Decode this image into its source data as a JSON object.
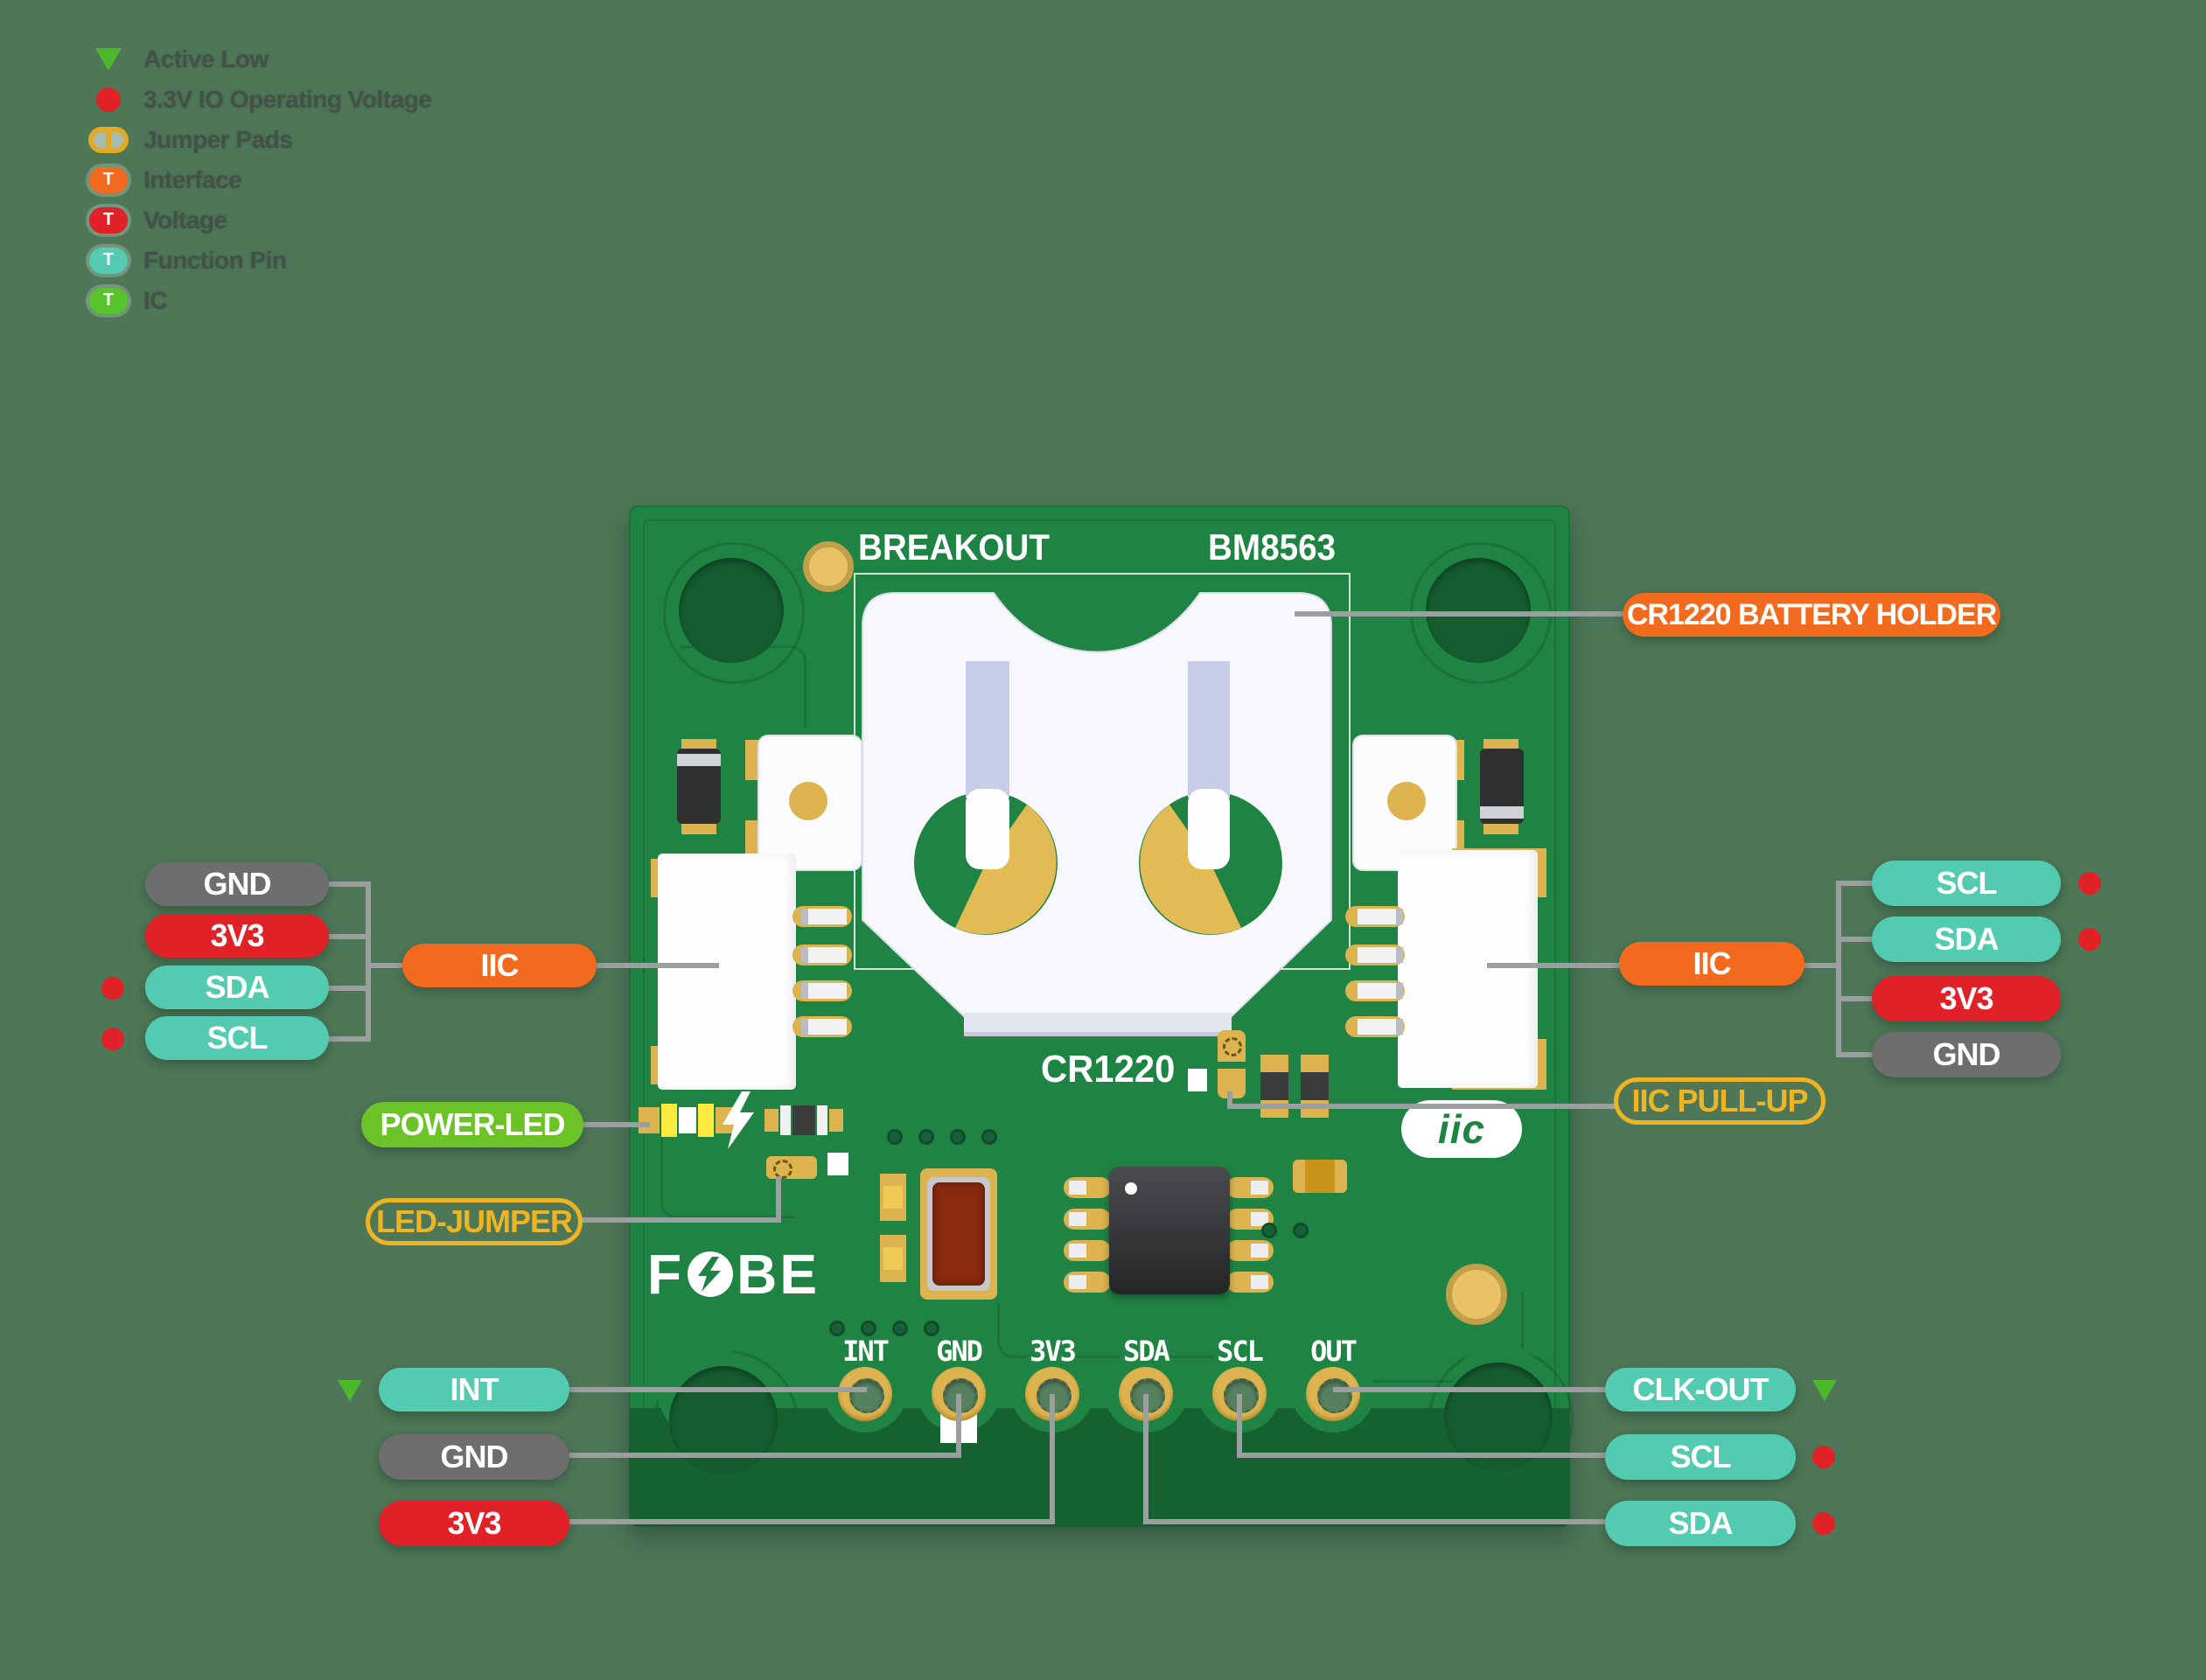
{
  "legend": {
    "t": "T",
    "items": [
      {
        "label": "Active Low",
        "icon": "triangle-down-icon",
        "color": "#4db82a"
      },
      {
        "label": "3.3V IO Operating Voltage",
        "icon": "red-dot-icon",
        "color": "#e02127"
      },
      {
        "label": "Jumper Pads",
        "icon": "jumper-pad-icon",
        "color": "#e2aa25"
      },
      {
        "label": "Interface",
        "icon": "pill-icon",
        "color": "#f26a1e"
      },
      {
        "label": "Voltage",
        "icon": "pill-icon",
        "color": "#e02127"
      },
      {
        "label": "Function Pin",
        "icon": "pill-icon",
        "color": "#52cbb0"
      },
      {
        "label": "IC",
        "icon": "pill-icon",
        "color": "#58c42d"
      }
    ]
  },
  "board": {
    "silk_left": "BREAKOUT",
    "silk_right": "BM8563",
    "battery_size": "CR1220",
    "logo_prefix": "F",
    "logo_suffix": "BE",
    "iic_silk": "iic",
    "pins": [
      "INT",
      "GND",
      "3V3",
      "SDA",
      "SCL",
      "OUT"
    ]
  },
  "callouts": {
    "battery_holder": "CR1220 BATTERY HOLDER",
    "iic_left": "IIC",
    "iic_right": "IIC",
    "iic_pullup": "IIC PULL-UP",
    "power_led": "POWER-LED",
    "led_jumper": "LED-JUMPER",
    "left_pins": {
      "gnd": "GND",
      "v33": "3V3",
      "sda": "SDA",
      "scl": "SCL"
    },
    "right_pins": {
      "scl": "SCL",
      "sda": "SDA",
      "v33": "3V3",
      "gnd": "GND"
    },
    "bottom_left": {
      "int": "INT",
      "gnd": "GND",
      "v33": "3V3"
    },
    "bottom_right": {
      "clkout": "CLK-OUT",
      "scl": "SCL",
      "sda": "SDA"
    }
  },
  "colors": {
    "background": "#4d7757",
    "board": "#1f8343",
    "gold": "#dcb34e",
    "orange": "#f26a1e",
    "red": "#e02127",
    "teal": "#52cbb0",
    "gray": "#6e6e6e",
    "green": "#6cc327",
    "outline_gold": "#eeb424",
    "line": "#9b9fa0"
  }
}
